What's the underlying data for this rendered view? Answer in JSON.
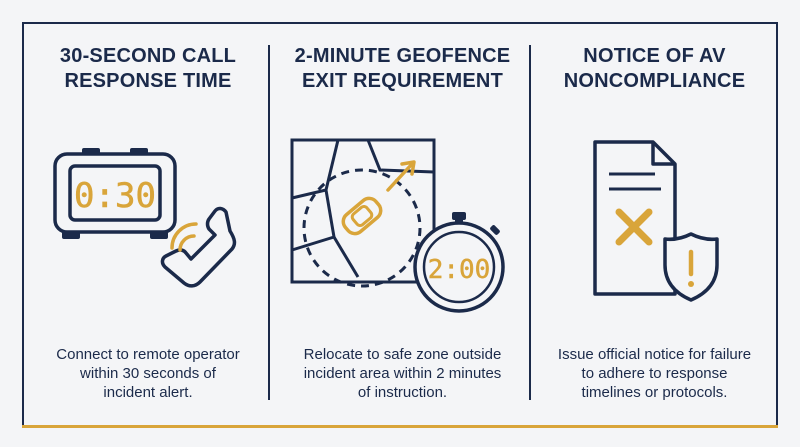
{
  "colors": {
    "navy": "#1b2a4a",
    "accent": "#d9a53a",
    "background": "#f4f5f7"
  },
  "panels": [
    {
      "title": "30-SECOND CALL\nRESPONSE TIME",
      "icon": "alarm-clock-and-phone-icon",
      "clock_display": "0:30",
      "description": "Connect to remote operator\nwithin 30 seconds of\nincident alert."
    },
    {
      "title": "2-MINUTE GEOFENCE\nEXIT REQUIREMENT",
      "icon": "map-geofence-car-stopwatch-icon",
      "clock_display": "2:00",
      "description": "Relocate to safe zone outside\nincident area within 2 minutes\nof instruction."
    },
    {
      "title": "NOTICE OF AV\nNONCOMPLIANCE",
      "icon": "document-x-warning-shield-icon",
      "description": "Issue official notice for failure\nto adhere to response\ntimelines or protocols."
    }
  ]
}
